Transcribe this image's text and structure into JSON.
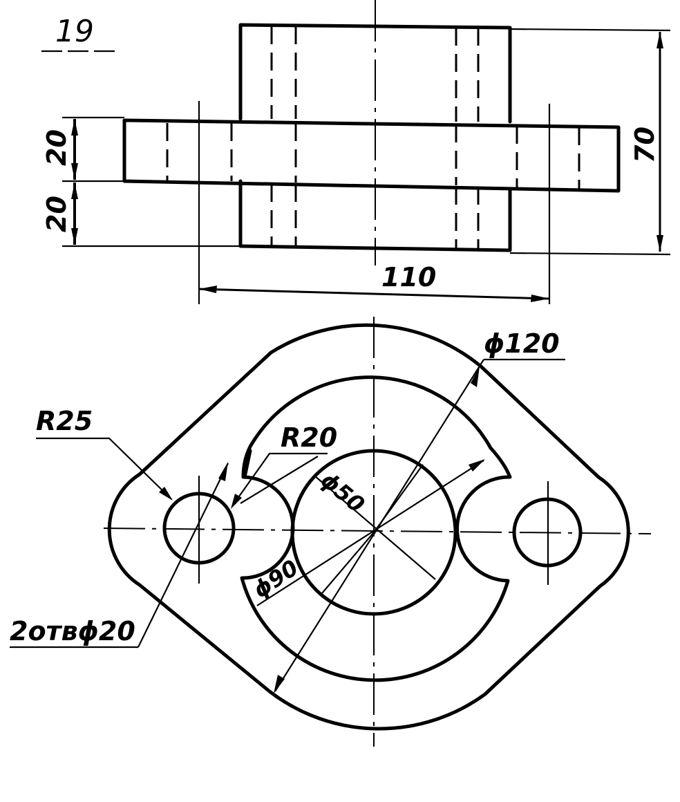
{
  "sheet": {
    "problem_number": "19"
  },
  "front_view": {
    "dim_flange_thickness": "20",
    "dim_lower_boss_height": "20",
    "dim_total_height": "70",
    "dim_hole_spacing": "110"
  },
  "top_view": {
    "dim_outer_diameter": "ϕ120",
    "dim_flange_radius": "R25",
    "dim_slot_radius": "R20",
    "dim_bore_diameter": "ϕ50",
    "dim_boss_diameter": "ϕ90",
    "dim_holes": "2отвϕ20"
  }
}
